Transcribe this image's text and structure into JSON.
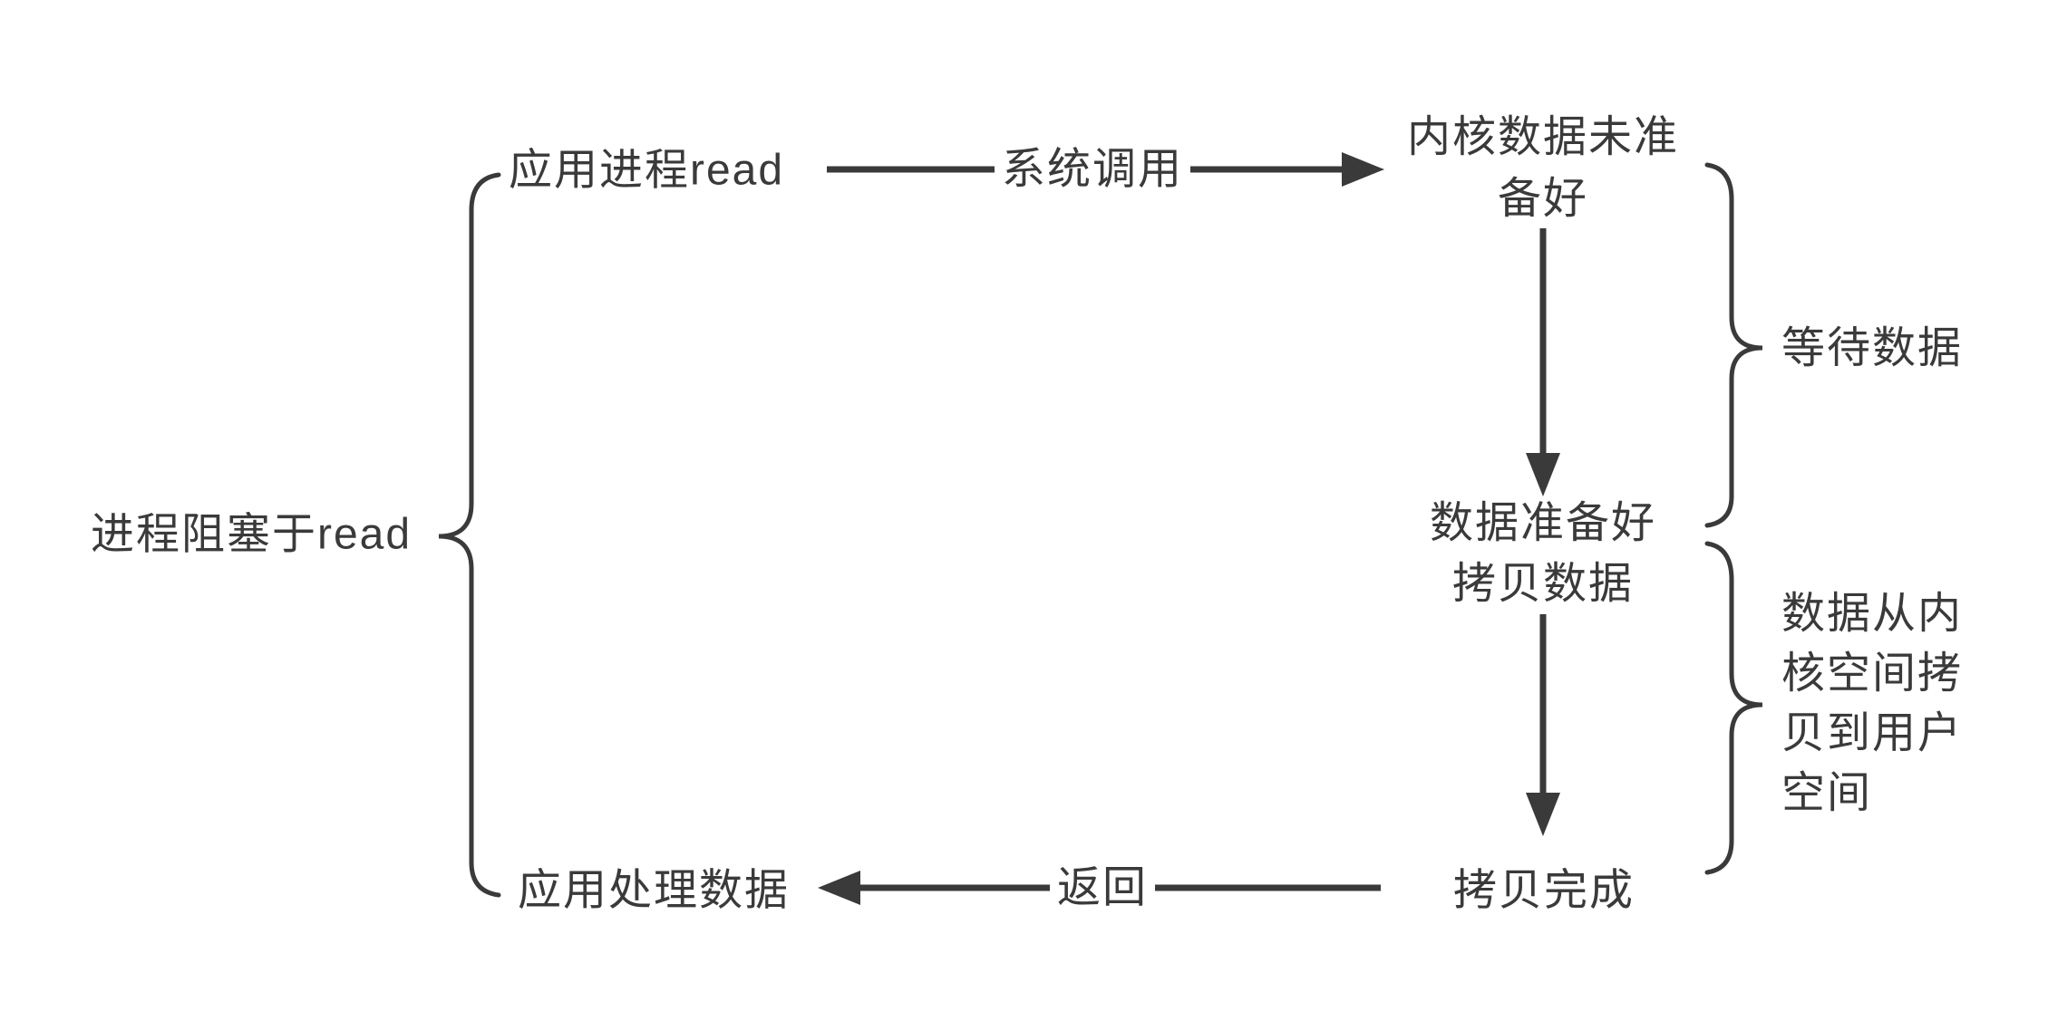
{
  "diagram": {
    "title": "进程阻塞于read",
    "ink_color": "#3a3a3a",
    "background_color": "#ffffff",
    "type": "flow-diagram"
  },
  "nodes": {
    "blocked_on_read": {
      "label": "进程阻塞于read"
    },
    "app_process_read": {
      "label": "应用进程read"
    },
    "kernel_data_not_ready": {
      "label": "内核数据未准备好",
      "lines": [
        "内核数据未准",
        "备好"
      ]
    },
    "data_ready_copy_data": {
      "label": "数据准备好拷贝数据",
      "lines": [
        "数据准备好",
        "拷贝数据"
      ]
    },
    "copy_complete": {
      "label": "拷贝完成"
    },
    "app_process_data": {
      "label": "应用处理数据"
    }
  },
  "edges": {
    "system_call": {
      "label": "系统调用",
      "from": "应用进程read",
      "to": "内核数据未准备好"
    },
    "return": {
      "label": "返回",
      "from": "拷贝完成",
      "to": "应用处理数据"
    }
  },
  "annotations": {
    "wait_data": {
      "label": "等待数据"
    },
    "copy_kernel_to_user": {
      "label": "数据从内核空间拷贝到用户空间",
      "lines": [
        "数据从内",
        "核空间拷",
        "贝到用户",
        "空间"
      ]
    }
  }
}
